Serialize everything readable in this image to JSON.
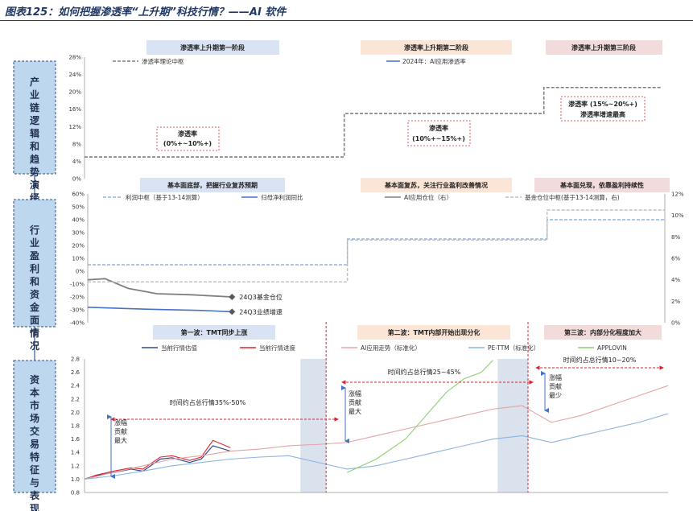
{
  "title": "图表125：如何把握渗透率“上升期”科技行情？——AI 软件",
  "side_labels": [
    "产业链逻辑和趋势演绎",
    "行业盈利和资金面情况",
    "资本市场交易特征与表现"
  ],
  "colors": {
    "light_blue": "#8db3e2",
    "blue": "#4472c4",
    "grey": "#7f7f7f",
    "red": "#d9252b",
    "green": "#8fce73",
    "dark_blue": "#2e4a8a",
    "phase_blue": "#dae3f3",
    "phase_pink": "#fbe5d6",
    "phase_rose": "#f2dcdb",
    "shade": "#c9d6e6"
  },
  "chart_data": [
    {
      "type": "line",
      "name": "penetration",
      "phases": [
        "渗透率上升期第一阶段",
        "渗透率上升期第二阶段",
        "渗透率上升期第三阶段"
      ],
      "legend": [
        "渗透率理论中枢",
        "2024年：AI应用渗透率"
      ],
      "ylim": [
        0,
        28
      ],
      "yticks": [
        0,
        4,
        8,
        12,
        16,
        20,
        24,
        28
      ],
      "ytick_labels": [
        "0%",
        "4%",
        "8%",
        "12%",
        "16%",
        "20%",
        "24%",
        "28%"
      ],
      "x": [
        0,
        0.45,
        0.45,
        0.796,
        0.796,
        1.0
      ],
      "series": [
        {
          "name": "渗透率理论中枢",
          "values": [
            5,
            5,
            15,
            15,
            21,
            21
          ]
        },
        {
          "name": "2024年：AI应用渗透率",
          "values": []
        }
      ],
      "annotations": [
        {
          "line1": "渗透率",
          "line2": "(0%+~10%+)"
        },
        {
          "line1": "渗透率",
          "line2": "(10%+~15%+)"
        },
        {
          "line1": "渗透率 (15%~20%+)",
          "line2": "渗透率增速最高"
        }
      ]
    },
    {
      "type": "line",
      "name": "profit",
      "phases": [
        "基本面底部，把握行业复苏预期",
        "基本面复苏，关注行业盈利改善情况",
        "基本面兑现，依靠盈利持续性"
      ],
      "legend": [
        "利润中枢（基于13-14测算）",
        "归母净利润同比",
        "AI应用仓位（右）",
        "基金仓位中枢(基于13-14测算，右)"
      ],
      "ylim": [
        -40,
        60
      ],
      "yticks": [
        -40,
        -30,
        -20,
        -10,
        0,
        10,
        20,
        30,
        40,
        50,
        60
      ],
      "ytick_labels": [
        "-40%",
        "-30%",
        "-20%",
        "-10%",
        "0%",
        "10%",
        "20%",
        "30%",
        "40%",
        "50%",
        "60%"
      ],
      "y2lim": [
        0,
        12
      ],
      "y2ticks": [
        0,
        2,
        4,
        6,
        8,
        10,
        12
      ],
      "y2tick_labels": [
        "0%",
        "2%",
        "4%",
        "6%",
        "8%",
        "10%",
        "12%"
      ],
      "x_steps": [
        0,
        0.45,
        0.45,
        0.796,
        0.796,
        1.0
      ],
      "series": [
        {
          "name": "利润中枢（基于13-14测算）",
          "axis": "left",
          "x": [
            0,
            0.45,
            0.45,
            0.796,
            0.796,
            1.0
          ],
          "values": [
            5,
            5,
            25,
            25,
            40,
            40
          ]
        },
        {
          "name": "归母净利润同比",
          "axis": "left",
          "x": [
            0,
            0.1,
            0.2,
            0.25
          ],
          "values": [
            -28,
            -29.5,
            -30.5,
            -31.5
          ]
        },
        {
          "name": "AI应用仓位（右）",
          "axis": "right",
          "x": [
            0,
            0.03,
            0.07,
            0.12,
            0.18,
            0.25
          ],
          "values": [
            4,
            4.1,
            3.2,
            2.7,
            2.6,
            2.4
          ]
        },
        {
          "name": "基金仓位中枢(基于13-14测算，右)",
          "axis": "right",
          "x": [
            0,
            0.45,
            0.45,
            0.796,
            0.796,
            1.0
          ],
          "values": [
            3.8,
            3.8,
            7.7,
            7.7,
            10.5,
            10.5
          ]
        }
      ],
      "markers": [
        {
          "label": "24Q3基金仓位",
          "x": 0.25,
          "axis": "right",
          "value": 2.4
        },
        {
          "label": "24Q3业绩增速",
          "x": 0.25,
          "axis": "left",
          "value": -31.5
        }
      ]
    },
    {
      "type": "line",
      "name": "market",
      "phases": [
        "第一波：TMT同步上涨",
        "第二波：TMT内部开始出现分化",
        "第三波：内部分化程度加大"
      ],
      "legend": [
        "当前行情估值",
        "当前行情进度",
        "AI应用走势（标准化）",
        "PE-TTM（标准化）",
        "APPLOVIN"
      ],
      "ylim": [
        0.8,
        2.8
      ],
      "yticks": [
        0.8,
        1.0,
        1.2,
        1.4,
        1.6,
        1.8,
        2.0,
        2.2,
        2.4,
        2.6,
        2.8
      ],
      "ytick_labels": [
        "0.8",
        "1.0",
        "1.2",
        "1.4",
        "1.6",
        "1.8",
        "2.0",
        "2.2",
        "2.4",
        "2.6",
        "2.8"
      ],
      "series": [
        {
          "name": "当前行情估值",
          "x": [
            0,
            0.02,
            0.05,
            0.08,
            0.1,
            0.13,
            0.15,
            0.18,
            0.2,
            0.22,
            0.25
          ],
          "values": [
            1.0,
            1.05,
            1.1,
            1.15,
            1.12,
            1.3,
            1.32,
            1.25,
            1.3,
            1.5,
            1.42
          ]
        },
        {
          "name": "当前行情进度",
          "x": [
            0,
            0.02,
            0.05,
            0.08,
            0.1,
            0.13,
            0.15,
            0.18,
            0.2,
            0.22,
            0.25
          ],
          "values": [
            1.0,
            1.06,
            1.12,
            1.17,
            1.15,
            1.33,
            1.35,
            1.28,
            1.33,
            1.58,
            1.47
          ]
        },
        {
          "name": "AI应用走势（标准化）",
          "x": [
            0,
            0.05,
            0.1,
            0.15,
            0.2,
            0.25,
            0.3,
            0.35,
            0.4,
            0.45,
            0.5,
            0.55,
            0.6,
            0.65,
            0.7,
            0.75,
            0.8,
            0.85,
            0.9,
            0.95,
            1.0
          ],
          "values": [
            1.0,
            1.1,
            1.2,
            1.3,
            1.35,
            1.42,
            1.45,
            1.5,
            1.52,
            1.55,
            1.65,
            1.75,
            1.85,
            1.95,
            2.05,
            2.1,
            1.85,
            1.95,
            2.1,
            2.25,
            2.4
          ]
        },
        {
          "name": "PE-TTM（标准化）",
          "x": [
            0,
            0.05,
            0.1,
            0.15,
            0.2,
            0.25,
            0.3,
            0.35,
            0.4,
            0.45,
            0.5,
            0.55,
            0.6,
            0.65,
            0.7,
            0.75,
            0.8,
            0.85,
            0.9,
            0.95,
            1.0
          ],
          "values": [
            1.0,
            1.05,
            1.12,
            1.2,
            1.25,
            1.3,
            1.33,
            1.35,
            1.25,
            1.15,
            1.2,
            1.3,
            1.4,
            1.5,
            1.6,
            1.65,
            1.55,
            1.65,
            1.75,
            1.85,
            1.98
          ]
        },
        {
          "name": "APPLOVIN",
          "x": [
            0.45,
            0.5,
            0.55,
            0.58,
            0.6,
            0.62,
            0.65,
            0.68,
            0.7
          ],
          "values": [
            1.1,
            1.3,
            1.6,
            1.9,
            2.1,
            2.3,
            2.5,
            2.6,
            2.78
          ]
        }
      ],
      "shaded_x": [
        [
          0.37,
          0.414
        ],
        [
          0.708,
          0.76
        ]
      ],
      "phase_lines_x": [
        0.414,
        0.76
      ],
      "annotations": [
        {
          "text": "时间约占总行情35%-50%"
        },
        {
          "text": "时间约占总行情25~45%"
        },
        {
          "text": "时间约占总行情10~20%"
        },
        {
          "text": "涨幅贡献最大"
        },
        {
          "text": "涨幅贡献最大"
        },
        {
          "text": "涨幅贡献最少"
        }
      ]
    }
  ]
}
